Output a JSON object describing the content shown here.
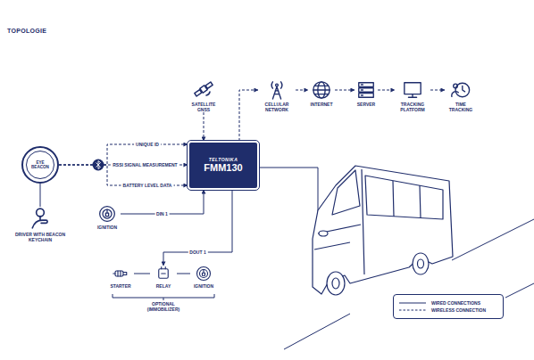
{
  "diagram": {
    "title": "TOPOLOGIE",
    "nodes": [
      {
        "text": [
          "EYE BEACON"
        ]
      },
      {
        "text": [
          "DRIVER WITH BEACON KEYCHAIN"
        ]
      },
      {
        "text": [
          "TELTONIKA",
          "FMM130"
        ]
      },
      {
        "text": [
          "IGNITION"
        ]
      },
      {
        "text": [
          "SATELLITE GNSS"
        ]
      },
      {
        "text": [
          "CELLULAR NETWORK"
        ]
      },
      {
        "text": [
          "INTERNET"
        ]
      },
      {
        "text": [
          "SERVER"
        ]
      },
      {
        "text": [
          "TRACKING PLATFORM"
        ]
      },
      {
        "text": [
          "TIME TRACKING"
        ]
      },
      {
        "text": [
          "STARTER"
        ]
      },
      {
        "text": [
          "RELAY"
        ]
      },
      {
        "text": [
          "IGNITION"
        ]
      }
    ],
    "edges": [
      {
        "from": 0,
        "to": 2,
        "label": "UNIQUE ID",
        "arrow": "to"
      },
      {
        "from": 0,
        "to": 2,
        "label": "RSSI SIGNAL MEASUREMENT",
        "arrow": "to"
      },
      {
        "from": 0,
        "to": 2,
        "label": "BATTERY LEVEL DATA",
        "arrow": "to"
      },
      {
        "from": 1,
        "to": 0,
        "arrow": "none"
      },
      {
        "from": 3,
        "to": 2,
        "label": "DIN 1",
        "arrow": "to"
      },
      {
        "from": 2,
        "to": 11,
        "label": "DOUT 1",
        "arrow": "to"
      },
      {
        "from": 11,
        "to": 10,
        "arrow": "none"
      },
      {
        "from": 11,
        "to": 12,
        "arrow": "none"
      },
      {
        "from": 4,
        "to": 2,
        "arrow": "to"
      },
      {
        "from": 2,
        "to": 5,
        "arrow": "to"
      },
      {
        "from": 5,
        "to": 6,
        "arrow": "to"
      },
      {
        "from": 6,
        "to": 7,
        "arrow": "to"
      },
      {
        "from": 7,
        "to": 8,
        "arrow": "to"
      },
      {
        "from": 8,
        "to": 9,
        "arrow": "to"
      }
    ],
    "labels": [
      "OPTIONAL (IMMOBILIZER)"
    ],
    "legend": [
      {
        "text": "WIRED CONNECTIONS"
      },
      {
        "text": "WIRELESS CONNECTION"
      }
    ]
  }
}
